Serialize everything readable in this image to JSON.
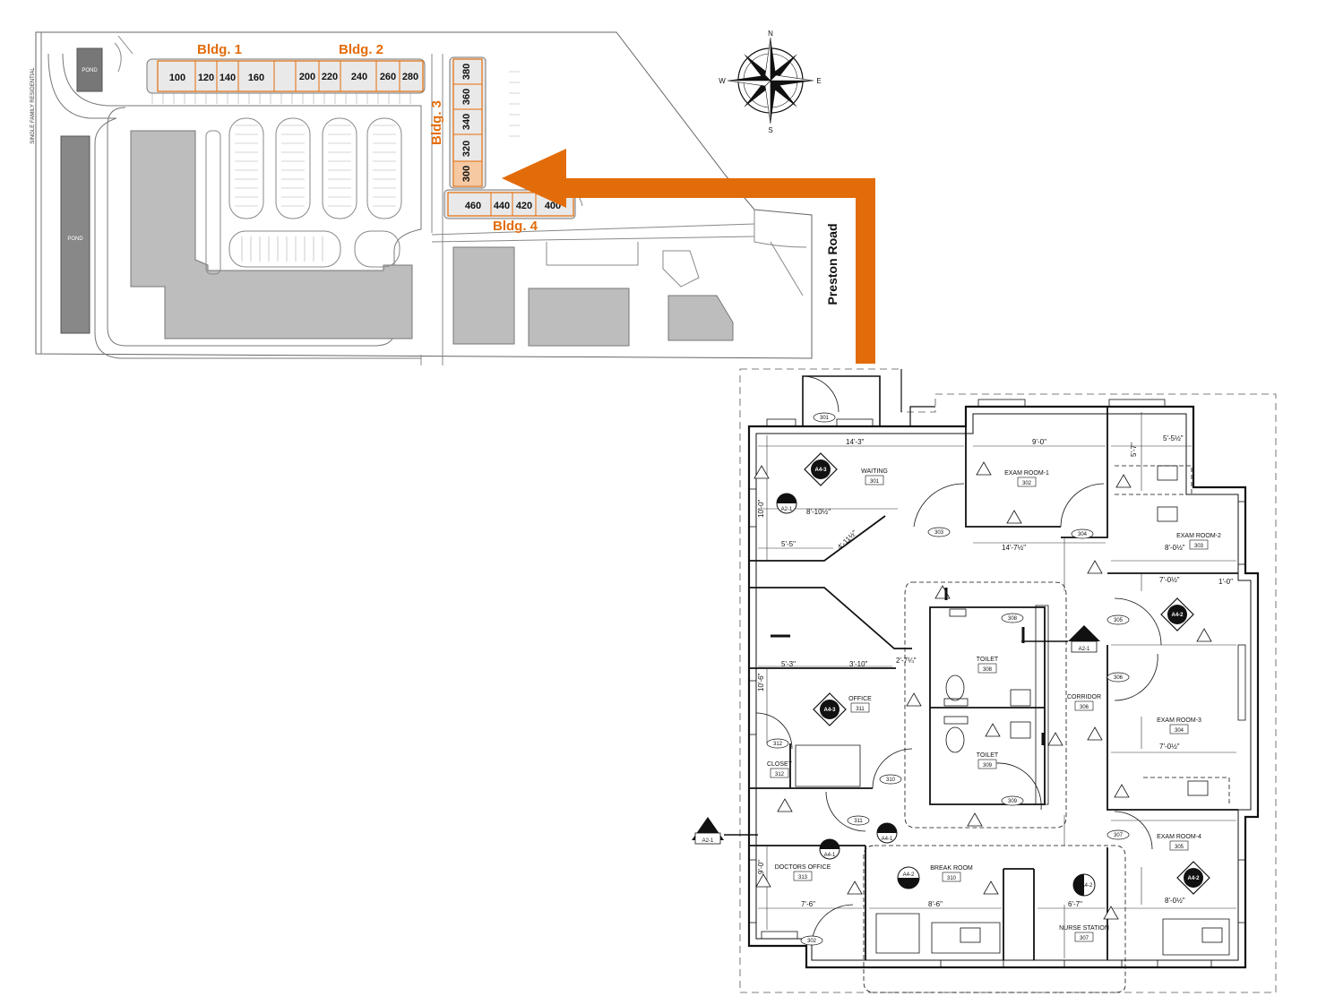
{
  "site_plan": {
    "labels": {
      "pond_small": "POND",
      "pond_large": "POND",
      "single_family": "SINGLE FAMILY RESIDENTIAL",
      "road": "Preston Road"
    },
    "buildings": [
      {
        "name": "Bldg. 1"
      },
      {
        "name": "Bldg. 2"
      },
      {
        "name": "Bldg. 3"
      },
      {
        "name": "Bldg. 4"
      }
    ],
    "units_bldg1": [
      "100",
      "120",
      "140",
      "160"
    ],
    "units_bldg2": [
      "200",
      "220",
      "240",
      "260",
      "280"
    ],
    "units_bldg3": [
      "380",
      "360",
      "340",
      "320",
      "300"
    ],
    "units_bldg4": [
      "460",
      "440",
      "420",
      "400"
    ],
    "compass": {
      "n": "N",
      "s": "S",
      "e": "E",
      "w": "W"
    },
    "colors": {
      "accent": "#e36c0a",
      "building_fill": "#bdbdbd",
      "highlight": "#f6c9a3"
    }
  },
  "floor_plan": {
    "rooms": [
      {
        "name": "WAITING",
        "number": "301"
      },
      {
        "name": "EXAM ROOM-1",
        "number": "302"
      },
      {
        "name": "EXAM ROOM-2",
        "number": "303"
      },
      {
        "name": "EXAM ROOM-3",
        "number": "304"
      },
      {
        "name": "EXAM ROOM-4",
        "number": "305"
      },
      {
        "name": "CORRIDOR",
        "number": "306"
      },
      {
        "name": "NURSE STATION",
        "number": "307"
      },
      {
        "name": "TOILET",
        "number": "308"
      },
      {
        "name": "TOILET",
        "number": "309"
      },
      {
        "name": "BREAK ROOM",
        "number": "310"
      },
      {
        "name": "OFFICE",
        "number": "311"
      },
      {
        "name": "CLOSET",
        "number": "312"
      },
      {
        "name": "DOCTORS OFFICE",
        "number": "313"
      }
    ],
    "door_tags": [
      "301",
      "303",
      "304",
      "305",
      "306",
      "308",
      "309",
      "310",
      "311",
      "312",
      "302",
      "307"
    ],
    "dimensions": [
      "14'-3\"",
      "9'-0\"",
      "5'-5½\"",
      "5'-7\"",
      "8'-10½\"",
      "14'-7½\"",
      "5'-5\"",
      "4'-11½\"",
      "8'-0½\"",
      "7'-0½\"",
      "5'-3\"",
      "3'-10\"",
      "2'-7¼\"",
      "7'-0½\"",
      "7'-6\"",
      "8'-6\"",
      "6'-7\"",
      "8'-0½\"",
      "1'-0\"",
      "9'-0\"",
      "10'-0\"",
      "10'-6\""
    ],
    "section_tags": [
      "A2-1",
      "A4-1",
      "A4-2",
      "A4-3"
    ]
  }
}
